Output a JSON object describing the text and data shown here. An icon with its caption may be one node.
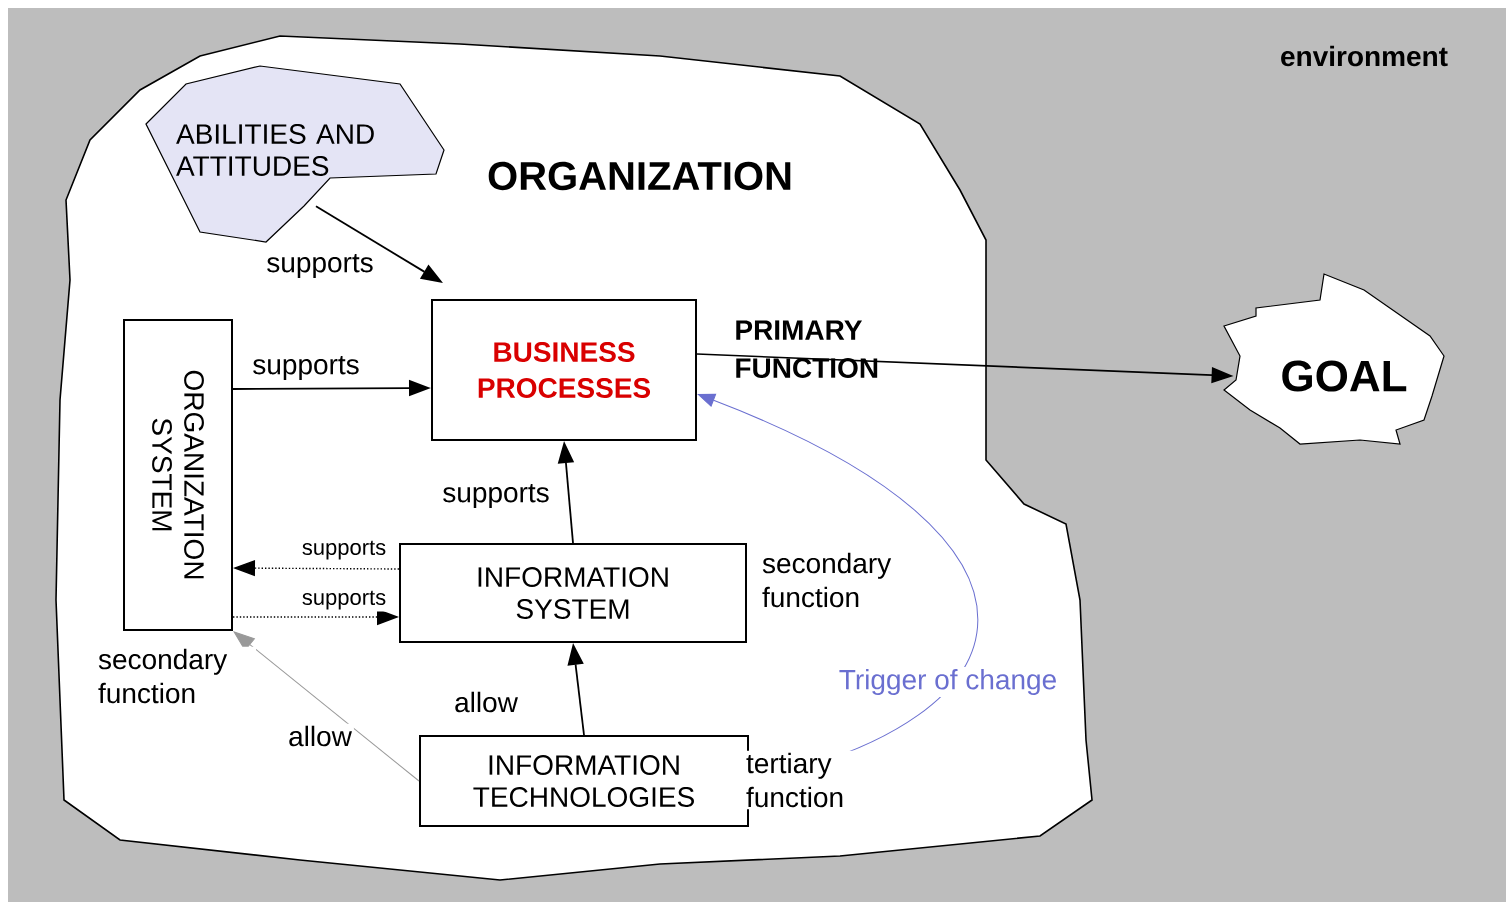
{
  "diagram": {
    "nodes": [
      {
        "text": [
          "ORGANIZATION"
        ]
      },
      {
        "text": [
          "ABILITIES AND ATTITUDES"
        ],
        "in": 0
      },
      {
        "text": [
          "BUSINESS PROCESSES"
        ],
        "in": 0
      },
      {
        "text": [
          "ORGANIZATION SYSTEM"
        ],
        "in": 0,
        "beside": [
          "secondary function"
        ]
      },
      {
        "text": [
          "INFORMATION SYSTEM"
        ],
        "in": 0,
        "beside": [
          "secondary function"
        ]
      },
      {
        "text": [
          "INFORMATION TECHNOLOGIES"
        ],
        "in": 0,
        "beside": [
          "tertiary function"
        ]
      },
      {
        "text": [
          "GOAL"
        ]
      }
    ],
    "edges": [
      {
        "from": 1,
        "to": 2,
        "arrow": "to",
        "label": "supports"
      },
      {
        "from": 3,
        "to": 2,
        "arrow": "to",
        "label": "supports"
      },
      {
        "from": 4,
        "to": 2,
        "arrow": "to",
        "label": "supports"
      },
      {
        "from": 4,
        "to": 3,
        "arrow": "to",
        "label": "supports",
        "style": "dashed"
      },
      {
        "from": 3,
        "to": 4,
        "arrow": "to",
        "label": "supports",
        "style": "dashed"
      },
      {
        "from": 5,
        "to": 4,
        "arrow": "to",
        "label": "allow"
      },
      {
        "from": 5,
        "to": 3,
        "arrow": "to",
        "label": "allow",
        "color": "#999999"
      },
      {
        "from": 2,
        "to": 6,
        "arrow": "to",
        "label": "PRIMARY FUNCTION"
      },
      {
        "from": 5,
        "to": 2,
        "arrow": "to",
        "label": "Trigger of change",
        "color": "#6a6fd0"
      }
    ],
    "labels": [
      "environment"
    ]
  }
}
